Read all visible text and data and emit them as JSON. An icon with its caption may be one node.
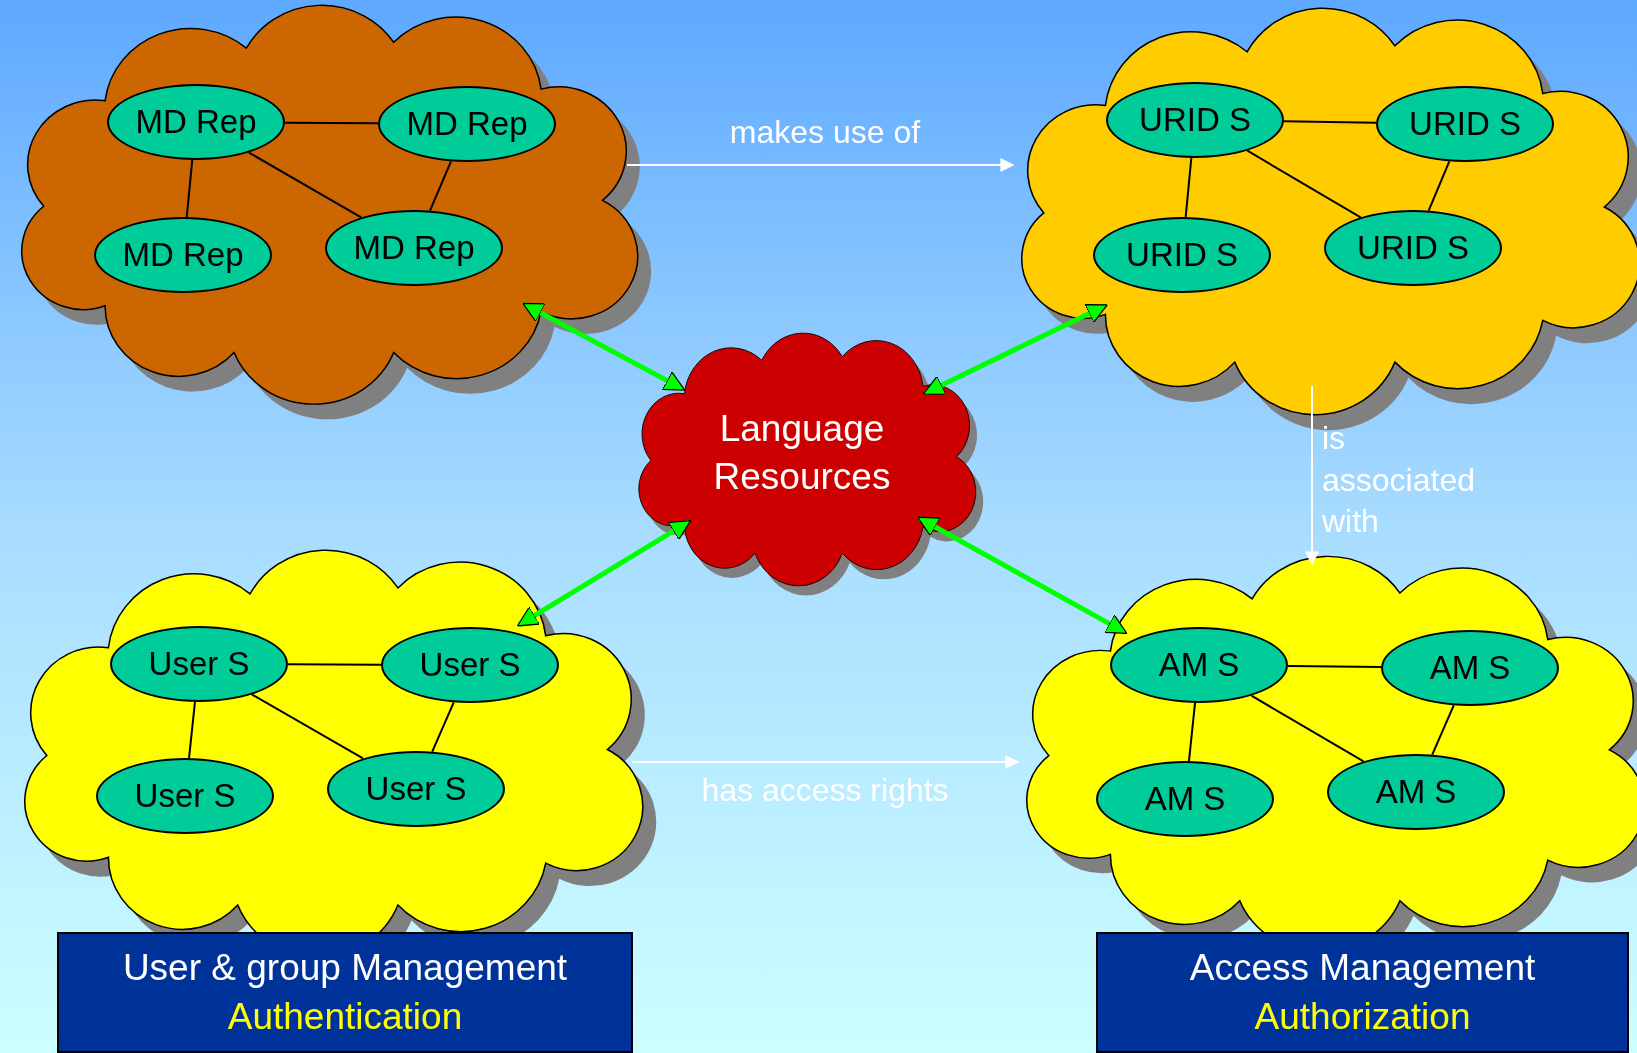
{
  "diagram": {
    "nodes": [
      {
        "text": [],
        "shape": "cloud"
      },
      {
        "text": [
          "MD Rep"
        ],
        "in": 0
      },
      {
        "text": [
          "MD Rep"
        ],
        "in": 0
      },
      {
        "text": [
          "MD Rep"
        ],
        "in": 0
      },
      {
        "text": [
          "MD Rep"
        ],
        "in": 0
      },
      {
        "text": [],
        "shape": "cloud"
      },
      {
        "text": [
          "URID S"
        ],
        "in": 5
      },
      {
        "text": [
          "URID S"
        ],
        "in": 5
      },
      {
        "text": [
          "URID S"
        ],
        "in": 5
      },
      {
        "text": [
          "URID S"
        ],
        "in": 5
      },
      {
        "text": [
          "Language Resources"
        ]
      },
      {
        "text": [],
        "shape": "cloud"
      },
      {
        "text": [
          "User S"
        ],
        "in": 11
      },
      {
        "text": [
          "User S"
        ],
        "in": 11
      },
      {
        "text": [
          "User S"
        ],
        "in": 11
      },
      {
        "text": [
          "User S"
        ],
        "in": 11
      },
      {
        "text": [],
        "shape": "cloud"
      },
      {
        "text": [
          "AM S"
        ],
        "in": 16
      },
      {
        "text": [
          "AM S"
        ],
        "in": 16
      },
      {
        "text": [
          "AM S"
        ],
        "in": 16
      },
      {
        "text": [
          "AM S"
        ],
        "in": 16
      },
      {
        "text": [
          "User & group Management",
          "Authentication"
        ]
      },
      {
        "text": [
          "Access Management",
          "Authorization"
        ]
      }
    ],
    "edges": [
      {
        "from": 1,
        "to": 2,
        "arrow": "none"
      },
      {
        "from": 1,
        "to": 3,
        "arrow": "none"
      },
      {
        "from": 1,
        "to": 4,
        "arrow": "none"
      },
      {
        "from": 2,
        "to": 4,
        "arrow": "none"
      },
      {
        "from": 6,
        "to": 7,
        "arrow": "none"
      },
      {
        "from": 6,
        "to": 8,
        "arrow": "none"
      },
      {
        "from": 6,
        "to": 9,
        "arrow": "none"
      },
      {
        "from": 7,
        "to": 9,
        "arrow": "none"
      },
      {
        "from": 12,
        "to": 13,
        "arrow": "none"
      },
      {
        "from": 12,
        "to": 14,
        "arrow": "none"
      },
      {
        "from": 12,
        "to": 15,
        "arrow": "none"
      },
      {
        "from": 13,
        "to": 15,
        "arrow": "none"
      },
      {
        "from": 17,
        "to": 18,
        "arrow": "none"
      },
      {
        "from": 17,
        "to": 19,
        "arrow": "none"
      },
      {
        "from": 17,
        "to": 20,
        "arrow": "none"
      },
      {
        "from": 18,
        "to": 20,
        "arrow": "none"
      },
      {
        "from": 0,
        "to": 5,
        "arrow": "to",
        "label": "makes use of",
        "color": "#ffffff"
      },
      {
        "from": 5,
        "to": 16,
        "arrow": "to",
        "label": "is associated with",
        "color": "#ffffff"
      },
      {
        "from": 11,
        "to": 16,
        "arrow": "to",
        "label": "has access rights",
        "color": "#ffffff"
      },
      {
        "from": 0,
        "to": 10,
        "arrow": "both",
        "style": "thick",
        "color": "#00ff00"
      },
      {
        "from": 5,
        "to": 10,
        "arrow": "both",
        "style": "thick",
        "color": "#00ff00"
      },
      {
        "from": 11,
        "to": 10,
        "arrow": "both",
        "style": "thick",
        "color": "#00ff00"
      },
      {
        "from": 16,
        "to": 10,
        "arrow": "both",
        "style": "thick",
        "color": "#00ff00"
      }
    ]
  }
}
